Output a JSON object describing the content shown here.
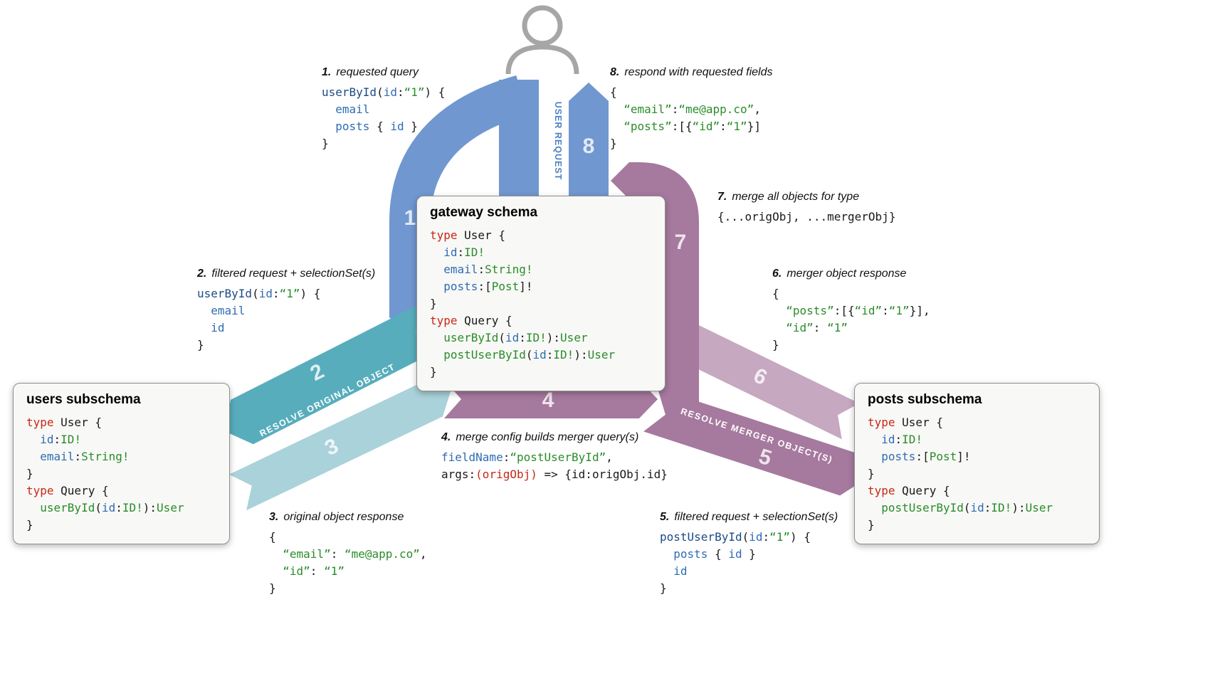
{
  "labels": {
    "user_request": "USER REQUEST",
    "resolve_original": "RESOLVE ORIGINAL OBJECT",
    "resolve_merger": "RESOLVE MERGER OBJECT(S)"
  },
  "colors": {
    "blue": "#7097d0",
    "blue_text": "#4d7fc3",
    "teal": "#58adbc",
    "teal_light": "#aad2da",
    "purple": "#a6799e",
    "purple_light": "#c6a8c1",
    "icon_gray": "#a6a6a6",
    "code_keyword_red": "#c62817",
    "code_field_blue": "#2f6cb3",
    "code_name_navy": "#1c4b86",
    "code_type_green": "#2a8c2a",
    "code_plain": "#1a1a1a"
  },
  "arrows": {
    "numbers": [
      "1",
      "2",
      "3",
      "4",
      "5",
      "6",
      "7",
      "8"
    ]
  },
  "boxes": {
    "gateway": {
      "title": "gateway schema",
      "code": [
        [
          [
            "type",
            "k"
          ],
          [
            " User {",
            "p"
          ]
        ],
        [
          [
            "  ",
            "p"
          ],
          [
            "id",
            "f"
          ],
          [
            ":",
            "p"
          ],
          [
            "ID!",
            "t"
          ]
        ],
        [
          [
            "  ",
            "p"
          ],
          [
            "email",
            "f"
          ],
          [
            ":",
            "p"
          ],
          [
            "String!",
            "t"
          ]
        ],
        [
          [
            "  ",
            "p"
          ],
          [
            "posts",
            "f"
          ],
          [
            ":[",
            "p"
          ],
          [
            "Post",
            "t"
          ],
          [
            "]!",
            "p"
          ]
        ],
        [
          [
            "}",
            "p"
          ]
        ],
        [
          [
            "type",
            "k"
          ],
          [
            " Query {",
            "p"
          ]
        ],
        [
          [
            "  ",
            "p"
          ],
          [
            "userById",
            "t"
          ],
          [
            "(",
            "p"
          ],
          [
            "id",
            "f"
          ],
          [
            ":",
            "p"
          ],
          [
            "ID!",
            "t"
          ],
          [
            "):",
            "p"
          ],
          [
            "User",
            "t"
          ]
        ],
        [
          [
            "  ",
            "p"
          ],
          [
            "postUserById",
            "t"
          ],
          [
            "(",
            "p"
          ],
          [
            "id",
            "f"
          ],
          [
            ":",
            "p"
          ],
          [
            "ID!",
            "t"
          ],
          [
            "):",
            "p"
          ],
          [
            "User",
            "t"
          ]
        ],
        [
          [
            "}",
            "p"
          ]
        ]
      ]
    },
    "users": {
      "title": "users subschema",
      "code": [
        [
          [
            "type",
            "k"
          ],
          [
            " User {",
            "p"
          ]
        ],
        [
          [
            "  ",
            "p"
          ],
          [
            "id",
            "f"
          ],
          [
            ":",
            "p"
          ],
          [
            "ID!",
            "t"
          ]
        ],
        [
          [
            "  ",
            "p"
          ],
          [
            "email",
            "f"
          ],
          [
            ":",
            "p"
          ],
          [
            "String!",
            "t"
          ]
        ],
        [
          [
            "}",
            "p"
          ]
        ],
        [
          [
            "type",
            "k"
          ],
          [
            " Query {",
            "p"
          ]
        ],
        [
          [
            "  ",
            "p"
          ],
          [
            "userById",
            "t"
          ],
          [
            "(",
            "p"
          ],
          [
            "id",
            "f"
          ],
          [
            ":",
            "p"
          ],
          [
            "ID!",
            "t"
          ],
          [
            "):",
            "p"
          ],
          [
            "User",
            "t"
          ]
        ],
        [
          [
            "}",
            "p"
          ]
        ]
      ]
    },
    "posts": {
      "title": "posts subschema",
      "code": [
        [
          [
            "type",
            "k"
          ],
          [
            " User {",
            "p"
          ]
        ],
        [
          [
            "  ",
            "p"
          ],
          [
            "id",
            "f"
          ],
          [
            ":",
            "p"
          ],
          [
            "ID!",
            "t"
          ]
        ],
        [
          [
            "  ",
            "p"
          ],
          [
            "posts",
            "f"
          ],
          [
            ":[",
            "p"
          ],
          [
            "Post",
            "t"
          ],
          [
            "]!",
            "p"
          ]
        ],
        [
          [
            "}",
            "p"
          ]
        ],
        [
          [
            "type",
            "k"
          ],
          [
            " Query {",
            "p"
          ]
        ],
        [
          [
            "  ",
            "p"
          ],
          [
            "postUserById",
            "t"
          ],
          [
            "(",
            "p"
          ],
          [
            "id",
            "f"
          ],
          [
            ":",
            "p"
          ],
          [
            "ID!",
            "t"
          ],
          [
            "):",
            "p"
          ],
          [
            "User",
            "t"
          ]
        ],
        [
          [
            "}",
            "p"
          ]
        ]
      ]
    }
  },
  "annotations": {
    "a1": {
      "num": "1.",
      "label": "requested query",
      "code": [
        [
          [
            "userById",
            "n"
          ],
          [
            "(",
            "p"
          ],
          [
            "id",
            "f"
          ],
          [
            ":",
            "p"
          ],
          [
            "“1”",
            "t"
          ],
          [
            ") {",
            "p"
          ]
        ],
        [
          [
            "  ",
            "p"
          ],
          [
            "email",
            "f"
          ]
        ],
        [
          [
            "  ",
            "p"
          ],
          [
            "posts",
            "f"
          ],
          [
            " { ",
            "p"
          ],
          [
            "id",
            "f"
          ],
          [
            " }",
            "p"
          ]
        ],
        [
          [
            "}",
            "p"
          ]
        ]
      ]
    },
    "a2": {
      "num": "2.",
      "label": "filtered request + selectionSet(s)",
      "code": [
        [
          [
            "userById",
            "n"
          ],
          [
            "(",
            "p"
          ],
          [
            "id",
            "f"
          ],
          [
            ":",
            "p"
          ],
          [
            "“1”",
            "t"
          ],
          [
            ") {",
            "p"
          ]
        ],
        [
          [
            "  ",
            "p"
          ],
          [
            "email",
            "f"
          ]
        ],
        [
          [
            "  ",
            "p"
          ],
          [
            "id",
            "f"
          ]
        ],
        [
          [
            "}",
            "p"
          ]
        ]
      ]
    },
    "a3": {
      "num": "3.",
      "label": "original object response",
      "code": [
        [
          [
            "{",
            "p"
          ]
        ],
        [
          [
            "  ",
            "p"
          ],
          [
            "“email”",
            "t"
          ],
          [
            ": ",
            "p"
          ],
          [
            "“me@app.co”",
            "t"
          ],
          [
            ",",
            "p"
          ]
        ],
        [
          [
            "  ",
            "p"
          ],
          [
            "“id”",
            "t"
          ],
          [
            ": ",
            "p"
          ],
          [
            "“1”",
            "t"
          ]
        ],
        [
          [
            "}",
            "p"
          ]
        ]
      ]
    },
    "a4": {
      "num": "4.",
      "label": "merge config builds merger query(s)",
      "code": [
        [
          [
            "fieldName",
            "f"
          ],
          [
            ":",
            "p"
          ],
          [
            "“postUserById”",
            "t"
          ],
          [
            ",",
            "p"
          ]
        ],
        [
          [
            "args",
            "p"
          ],
          [
            ":",
            "p"
          ],
          [
            "(origObj)",
            "k"
          ],
          [
            " => {id:origObj.id}",
            "p"
          ]
        ]
      ]
    },
    "a5": {
      "num": "5.",
      "label": "filtered request + selectionSet(s)",
      "code": [
        [
          [
            "postUserById",
            "n"
          ],
          [
            "(",
            "p"
          ],
          [
            "id",
            "f"
          ],
          [
            ":",
            "p"
          ],
          [
            "“1”",
            "t"
          ],
          [
            ") {",
            "p"
          ]
        ],
        [
          [
            "  ",
            "p"
          ],
          [
            "posts",
            "f"
          ],
          [
            " { ",
            "p"
          ],
          [
            "id",
            "f"
          ],
          [
            " }",
            "p"
          ]
        ],
        [
          [
            "  ",
            "p"
          ],
          [
            "id",
            "f"
          ]
        ],
        [
          [
            "}",
            "p"
          ]
        ]
      ]
    },
    "a6": {
      "num": "6.",
      "label": "merger object response",
      "code": [
        [
          [
            "{",
            "p"
          ]
        ],
        [
          [
            "  ",
            "p"
          ],
          [
            "“posts”",
            "t"
          ],
          [
            ":[{",
            "p"
          ],
          [
            "“id”",
            "t"
          ],
          [
            ":",
            "p"
          ],
          [
            "“1”",
            "t"
          ],
          [
            "}],",
            "p"
          ]
        ],
        [
          [
            "  ",
            "p"
          ],
          [
            "“id”",
            "t"
          ],
          [
            ": ",
            "p"
          ],
          [
            "“1”",
            "t"
          ]
        ],
        [
          [
            "}",
            "p"
          ]
        ]
      ]
    },
    "a7": {
      "num": "7.",
      "label": "merge all objects for type",
      "code": [
        [
          [
            "{...origObj, ...mergerObj}",
            "p"
          ]
        ]
      ]
    },
    "a8": {
      "num": "8.",
      "label": "respond with requested fields",
      "code": [
        [
          [
            "{",
            "p"
          ]
        ],
        [
          [
            "  ",
            "p"
          ],
          [
            "“email”",
            "t"
          ],
          [
            ":",
            "p"
          ],
          [
            "“me@app.co”",
            "t"
          ],
          [
            ",",
            "p"
          ]
        ],
        [
          [
            "  ",
            "p"
          ],
          [
            "“posts”",
            "t"
          ],
          [
            ":[{",
            "p"
          ],
          [
            "“id”",
            "t"
          ],
          [
            ":",
            "p"
          ],
          [
            "“1”",
            "t"
          ],
          [
            "}]",
            "p"
          ]
        ],
        [
          [
            "}",
            "p"
          ]
        ]
      ]
    }
  }
}
